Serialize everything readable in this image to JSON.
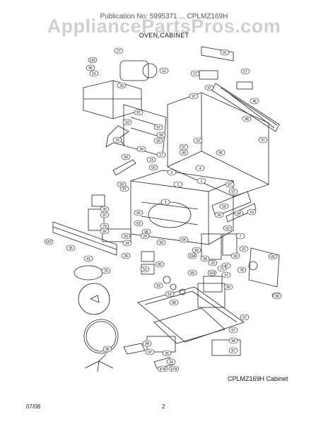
{
  "document": {
    "header_text": "Publication No: 5995371 ... CPLMZ169H",
    "watermark": "AppliancePartsPros.com",
    "section_title": "OVEN,CABINET",
    "caption": "CPLMZ169H Cabinet",
    "footer_date": "07/08",
    "page_number": "2"
  },
  "callouts": [
    "27",
    "131",
    "96",
    "16",
    "12",
    "20",
    "17",
    "57",
    "97",
    "97",
    "45",
    "97",
    "97",
    "48",
    "10",
    "97",
    "97",
    "22",
    "76",
    "99",
    "93",
    "97",
    "17",
    "95",
    "28",
    "99",
    "23",
    "49",
    "4",
    "50",
    "2",
    "1",
    "97",
    "97",
    "3",
    "97",
    "99",
    "3",
    "64",
    "18",
    "30",
    "66",
    "97",
    "39",
    "63",
    "95",
    "20",
    "64",
    "19",
    "62",
    "7",
    "99",
    "99",
    "97",
    "59",
    "47",
    "79",
    "92",
    "56",
    "33",
    "34",
    "107",
    "35",
    "35",
    "99",
    "37",
    "60",
    "41",
    "76",
    "104",
    "23",
    "71",
    "78",
    "58",
    "51",
    "85",
    "95",
    "103",
    "93",
    "99",
    "53",
    "98",
    "97",
    "97",
    "36",
    "94",
    "94",
    "97",
    "97",
    "25",
    "24",
    "97A",
    "97A"
  ]
}
